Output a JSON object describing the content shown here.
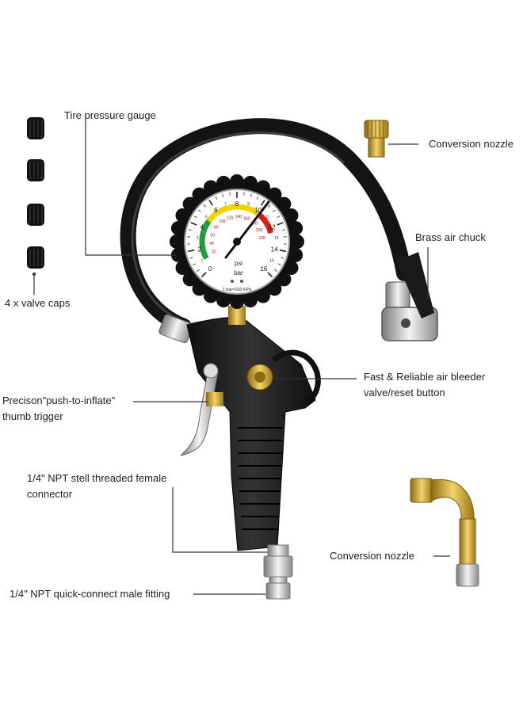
{
  "labels": {
    "tire_pressure_gauge": "Tire pressure gauge",
    "conversion_nozzle_top": "Conversion nozzle",
    "brass_air_chuck": "Brass air chuck",
    "valve_caps": "4 x valve caps",
    "bleeder_line1": "Fast & Reliable air bleeder",
    "bleeder_line2": "valve/reset button",
    "trigger_line1": "Precison\"push-to-inflate\"",
    "trigger_line2": "thumb trigger",
    "female_line1": "1/4\" NPT stell threaded female",
    "female_line2": "connector",
    "conversion_nozzle_bottom": "Conversion nozzle",
    "male_fitting": "1/4\" NPT quick-connect male fitting"
  },
  "gauge": {
    "bar_ticks": [
      "0",
      "2",
      "4",
      "6",
      "8",
      "10",
      "12",
      "14",
      "16"
    ],
    "inner_bar_ticks": [
      "1",
      "3",
      "5",
      "7",
      "9",
      "11",
      "13",
      "15"
    ],
    "psi_ticks": [
      "20",
      "40",
      "60",
      "80",
      "100",
      "120",
      "140",
      "160",
      "180",
      "200",
      "220"
    ],
    "unit_psi": "psi",
    "unit_bar": "bar",
    "conversion_note": "1 bar=100 KPa"
  },
  "colors": {
    "gauge_green": "#1f9e3a",
    "gauge_yellow": "#f2d200",
    "gauge_red": "#d91c1c",
    "brass": "#c9a43a",
    "body_black": "#1a1a1a"
  }
}
